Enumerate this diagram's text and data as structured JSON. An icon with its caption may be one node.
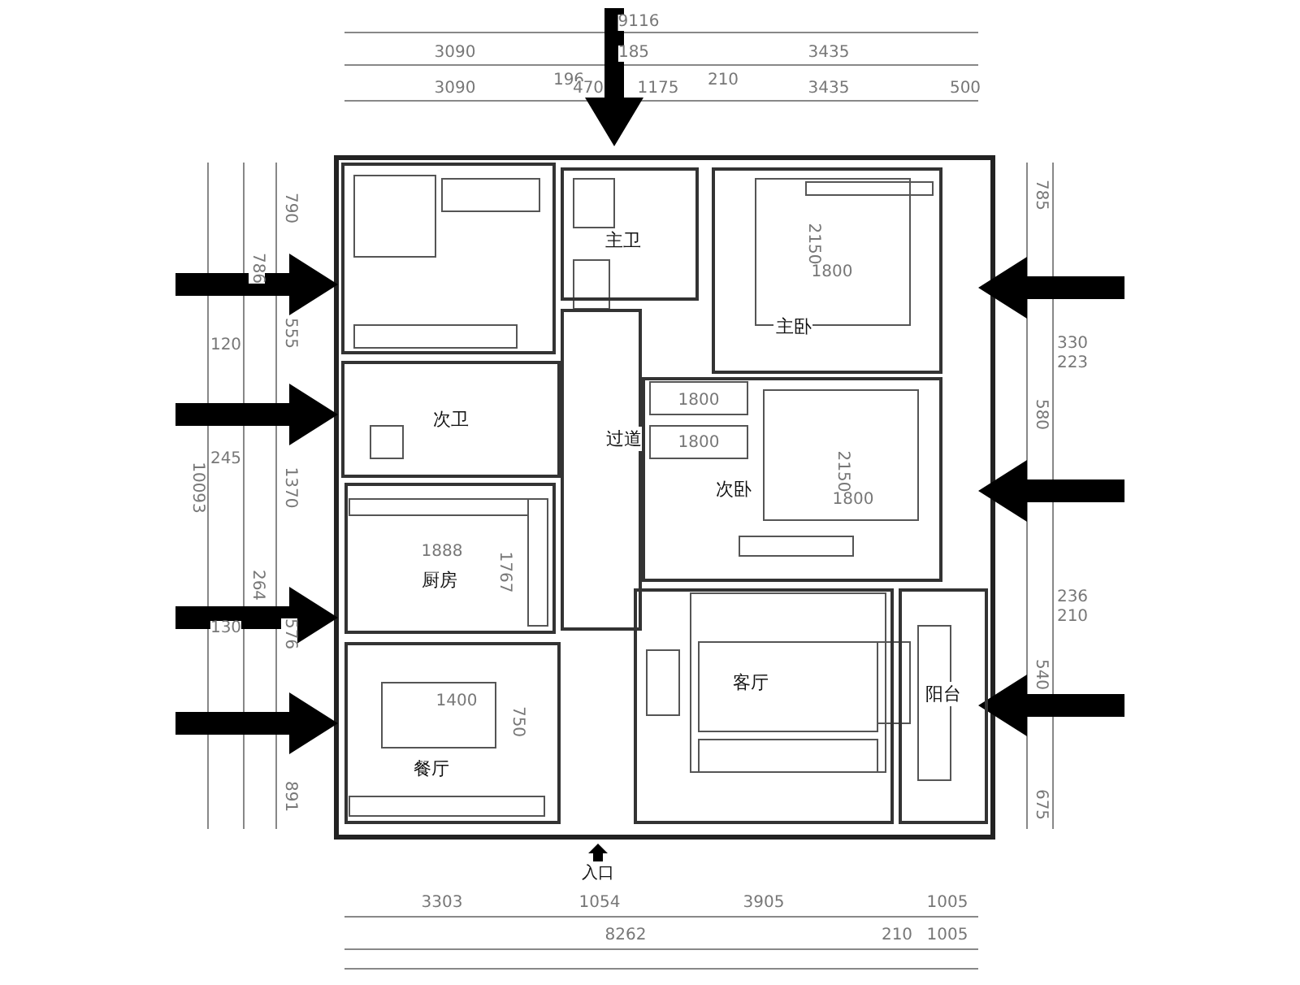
{
  "diagram": {
    "nodes": [
      {
        "text": [],
        "shape": "box"
      },
      {
        "text": [
          "主卫"
        ]
      },
      {
        "text": [
          "主卧"
        ]
      },
      {
        "text": [
          "次卫"
        ]
      },
      {
        "text": [
          "过道"
        ]
      },
      {
        "text": [
          "次卧"
        ]
      },
      {
        "text": [
          "厨房"
        ]
      },
      {
        "text": [
          "餐厅"
        ]
      },
      {
        "text": [
          "客厅"
        ]
      },
      {
        "text": [
          "阳台"
        ]
      }
    ],
    "edges": [],
    "labels": [
      "9116",
      "3090",
      "185",
      "3435",
      "196",
      "210",
      "3090",
      "470",
      "1175",
      "3435",
      "500",
      "790",
      "786",
      "120",
      "555",
      "10093",
      "245",
      "1370",
      "264",
      "130",
      "576",
      "891",
      "785",
      "330",
      "223",
      "580",
      "236",
      "210",
      "540",
      "675",
      "2150",
      "1800",
      "1800",
      "1800",
      "2150",
      "1800",
      "1888",
      "1767",
      "1400",
      "750",
      "入口",
      "3303",
      "1054",
      "3905",
      "1005",
      "8262",
      "210",
      "1005"
    ]
  }
}
